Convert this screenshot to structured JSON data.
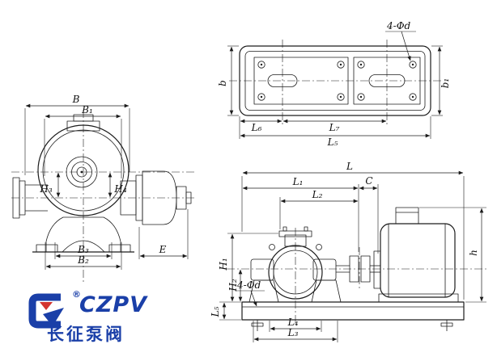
{
  "drawing": {
    "line_color": "#1c1c1c"
  },
  "plan_view": {
    "labels": {
      "bolt_note": "4-Φd",
      "b": "b",
      "b1": "b₁",
      "L6": "L₆",
      "L7": "L₇",
      "L5": "L₅"
    }
  },
  "end_view": {
    "labels": {
      "B": "B",
      "B1": "B₁",
      "H3": "H₃",
      "H4": "H₄",
      "B3": "B₃",
      "B2": "B₂",
      "E": "E"
    }
  },
  "elevation_view": {
    "labels": {
      "L": "L",
      "L1": "L₁",
      "L2": "L₂",
      "C": "C",
      "h": "h",
      "H1": "H₁",
      "H2": "H₂",
      "L5_vertical": "L₅",
      "bolt_note": "4-Φd",
      "L4": "L₄",
      "L3": "L₃"
    }
  },
  "logo": {
    "brand": "CZPV",
    "registered_mark": "®",
    "company_cn": "长征泵阀",
    "brand_color": "#1a3fa8",
    "accent_color": "#d23430"
  }
}
